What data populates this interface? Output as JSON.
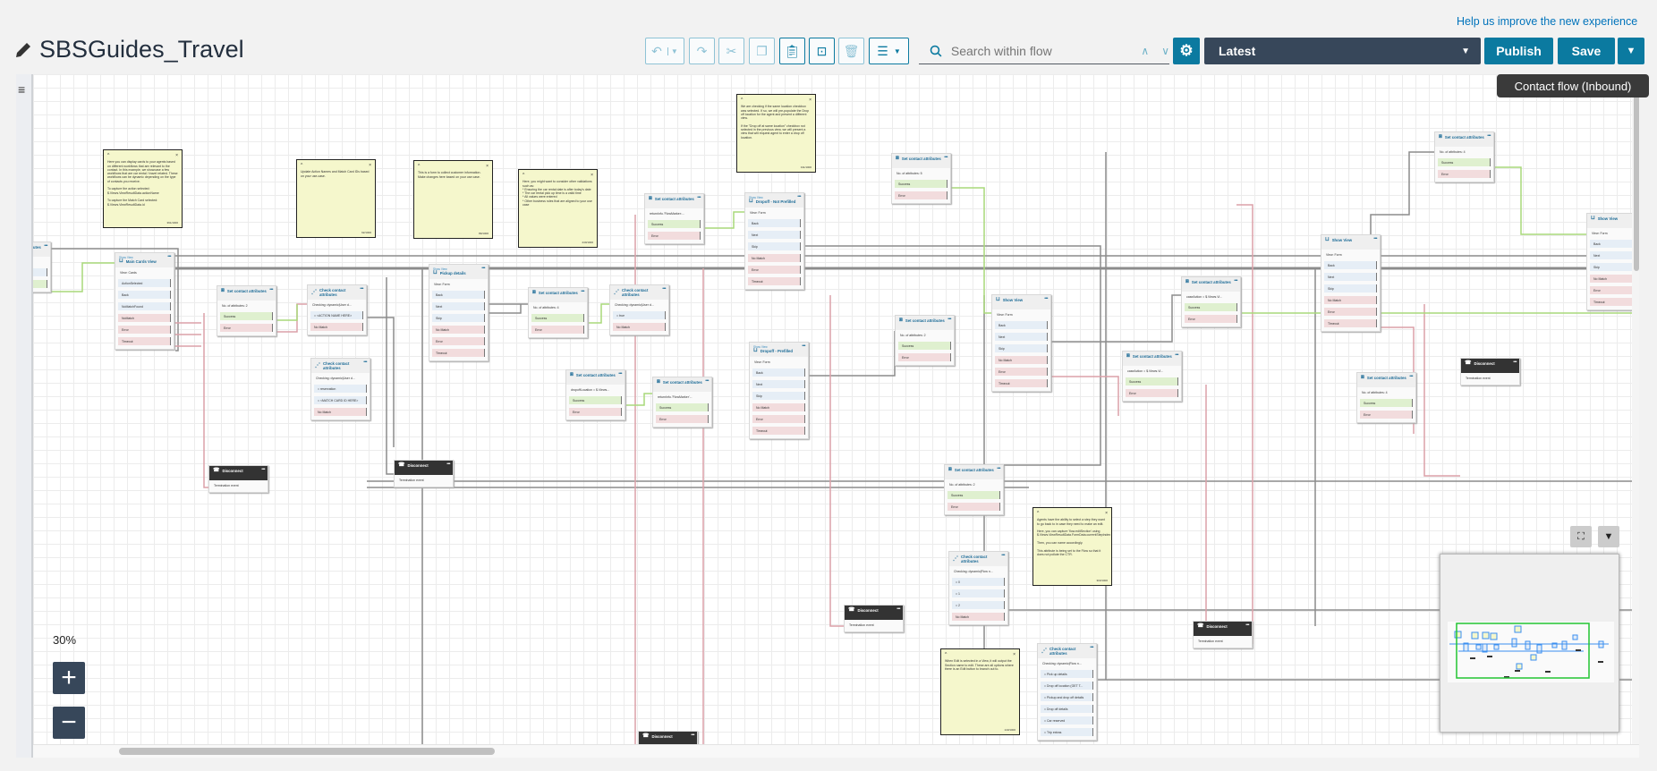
{
  "header": {
    "help_link": "Help us improve the new experience",
    "flow_name": "SBSGuides_Travel",
    "toolbar": {
      "undo": "undo-icon",
      "redo": "redo-icon",
      "cut": "cut-icon",
      "copy": "copy-icon",
      "paste": "paste-icon",
      "select": "select-icon",
      "delete": "trash-icon",
      "notes": "document-icon"
    },
    "search": {
      "placeholder": "Search within flow"
    },
    "version_select": "Latest",
    "publish_label": "Publish",
    "save_label": "Save",
    "tooltip": "Contact flow (Inbound)"
  },
  "colors": {
    "accent": "#0b7aa0",
    "dark": "#37475a",
    "note": "#f5f7cc",
    "success": "#dff0cf",
    "error": "#f2dcdd",
    "branch": "#e6eef6"
  },
  "canvas": {
    "zoom_level": "30%",
    "zoom_in": "+",
    "zoom_out": "−",
    "nodes": [
      {
        "type": "set",
        "title": "Set contact attributes",
        "info": "",
        "rows": [
          {
            "l": "",
            "k": "blue"
          },
          {
            "l": "Success",
            "k": "green"
          }
        ]
      },
      {
        "type": "view",
        "sub": "Show View",
        "title": "Main Cards View",
        "info": "View: Cards",
        "rows": [
          {
            "l": "ActionSelected",
            "k": "blue"
          },
          {
            "l": "Back",
            "k": "blue"
          },
          {
            "l": "NoMatchFound",
            "k": "blue"
          },
          {
            "l": "NoMatch",
            "k": "red"
          },
          {
            "l": "Error",
            "k": "red"
          },
          {
            "l": "Timeout",
            "k": "red"
          }
        ]
      },
      {
        "type": "set",
        "title": "Set contact attributes",
        "info": "No. of attributes: 2",
        "rows": [
          {
            "l": "Success",
            "k": "green"
          },
          {
            "l": "Error",
            "k": "red"
          }
        ]
      },
      {
        "type": "check",
        "title": "Check contact attributes",
        "info": "Checking: dynamic|User d...",
        "rows": [
          {
            "l": "= <ACTION NAME HERE>",
            "k": "blue"
          },
          {
            "l": "No Match",
            "k": "red"
          }
        ]
      },
      {
        "type": "check",
        "title": "Check contact attributes",
        "info": "Checking: dynamic|User d...",
        "rows": [
          {
            "l": "= reservation",
            "k": "blue"
          },
          {
            "l": "= <MATCH CARD ID HERE>",
            "k": "blue"
          },
          {
            "l": "No Match",
            "k": "red"
          }
        ]
      },
      {
        "type": "disc",
        "title": "Disconnect",
        "info": "Termination event",
        "rows": []
      },
      {
        "type": "view",
        "sub": "Show View",
        "title": "Pickup details",
        "info": "View: Form",
        "rows": [
          {
            "l": "Back",
            "k": "blue"
          },
          {
            "l": "Next",
            "k": "blue"
          },
          {
            "l": "Skip",
            "k": "blue"
          },
          {
            "l": "No Match",
            "k": "red"
          },
          {
            "l": "Error",
            "k": "red"
          },
          {
            "l": "Timeout",
            "k": "red"
          }
        ]
      },
      {
        "type": "disc",
        "title": "Disconnect",
        "info": "Termination event",
        "rows": []
      },
      {
        "type": "set",
        "title": "Set contact attributes",
        "info": "No. of attributes: 4",
        "rows": [
          {
            "l": "Success",
            "k": "green"
          },
          {
            "l": "Error",
            "k": "red"
          }
        ]
      },
      {
        "type": "check",
        "title": "Check contact attributes",
        "info": "Checking: dynamic|User d...",
        "rows": [
          {
            "l": "= true",
            "k": "blue"
          },
          {
            "l": "No Match",
            "k": "red"
          }
        ]
      },
      {
        "type": "set",
        "title": "Set contact attributes",
        "info": "returnInfo.'FlowMarker:...",
        "rows": [
          {
            "l": "Success",
            "k": "green"
          },
          {
            "l": "Error",
            "k": "red"
          }
        ]
      },
      {
        "type": "view",
        "sub": "Show View",
        "title": "Dropoff - Not Prefilled",
        "info": "View: Form",
        "rows": [
          {
            "l": "Back",
            "k": "blue"
          },
          {
            "l": "Next",
            "k": "blue"
          },
          {
            "l": "Skip",
            "k": "blue"
          },
          {
            "l": "No Match",
            "k": "red"
          },
          {
            "l": "Error",
            "k": "red"
          },
          {
            "l": "Timeout",
            "k": "red"
          }
        ]
      },
      {
        "type": "set",
        "title": "Set contact attributes",
        "info": "dropoffLocation = $.Views...",
        "rows": [
          {
            "l": "Success",
            "k": "green"
          },
          {
            "l": "Error",
            "k": "red"
          }
        ]
      },
      {
        "type": "set",
        "title": "Set contact attributes",
        "info": "returnInfo.'FlowMarker'...",
        "rows": [
          {
            "l": "Success",
            "k": "green"
          },
          {
            "l": "Error",
            "k": "red"
          }
        ]
      },
      {
        "type": "view",
        "sub": "Show View",
        "title": "Dropoff - Prefilled",
        "info": "View: Form",
        "rows": [
          {
            "l": "Back",
            "k": "blue"
          },
          {
            "l": "Next",
            "k": "blue"
          },
          {
            "l": "Skip",
            "k": "blue"
          },
          {
            "l": "No Match",
            "k": "red"
          },
          {
            "l": "Error",
            "k": "red"
          },
          {
            "l": "Timeout",
            "k": "red"
          }
        ]
      },
      {
        "type": "set",
        "title": "Set contact attributes",
        "info": "No. of attributes: 5",
        "rows": [
          {
            "l": "Success",
            "k": "green"
          },
          {
            "l": "Error",
            "k": "red"
          }
        ]
      },
      {
        "type": "set",
        "title": "Set contact attributes",
        "info": "No. of attributes: 2",
        "rows": [
          {
            "l": "Success",
            "k": "green"
          },
          {
            "l": "Error",
            "k": "red"
          }
        ]
      },
      {
        "type": "view",
        "title": "Show View",
        "info": "View: Form",
        "rows": [
          {
            "l": "Back",
            "k": "blue"
          },
          {
            "l": "Next",
            "k": "blue"
          },
          {
            "l": "Skip",
            "k": "blue"
          },
          {
            "l": "No Match",
            "k": "red"
          },
          {
            "l": "Error",
            "k": "red"
          },
          {
            "l": "Timeout",
            "k": "red"
          }
        ]
      },
      {
        "type": "set",
        "title": "Set contact attributes",
        "info": "caseAction = $.Views.Vi...",
        "rows": [
          {
            "l": "Success",
            "k": "green"
          },
          {
            "l": "Error",
            "k": "red"
          }
        ]
      },
      {
        "type": "set",
        "title": "Set contact attributes",
        "info": "caseAction = $.Views.Vi...",
        "rows": [
          {
            "l": "Success",
            "k": "green"
          },
          {
            "l": "Error",
            "k": "red"
          }
        ]
      },
      {
        "type": "set",
        "title": "Set contact attributes",
        "info": "No. of attributes: 4",
        "rows": [
          {
            "l": "Success",
            "k": "green"
          },
          {
            "l": "Error",
            "k": "red"
          }
        ]
      },
      {
        "type": "view",
        "title": "Show View",
        "info": "View: Form",
        "rows": [
          {
            "l": "Back",
            "k": "blue"
          },
          {
            "l": "Next",
            "k": "blue"
          },
          {
            "l": "Skip",
            "k": "blue"
          },
          {
            "l": "No Match",
            "k": "red"
          },
          {
            "l": "Error",
            "k": "red"
          },
          {
            "l": "Timeout",
            "k": "red"
          }
        ]
      },
      {
        "type": "view",
        "title": "Show View",
        "info": "View: Form",
        "rows": [
          {
            "l": "Back",
            "k": "blue"
          },
          {
            "l": "Next",
            "k": "blue"
          },
          {
            "l": "Skip",
            "k": "blue"
          },
          {
            "l": "No Match",
            "k": "red"
          },
          {
            "l": "Error",
            "k": "red"
          },
          {
            "l": "Timeout",
            "k": "red"
          }
        ]
      },
      {
        "type": "disc",
        "title": "Disconnect",
        "info": "Termination event",
        "rows": []
      },
      {
        "type": "set",
        "title": "Set contact attributes",
        "info": "No. of attributes: 4",
        "rows": [
          {
            "l": "Success",
            "k": "green"
          },
          {
            "l": "Error",
            "k": "red"
          }
        ]
      },
      {
        "type": "set",
        "title": "Set contact attributes",
        "info": "No. of attributes: 2",
        "rows": [
          {
            "l": "Success",
            "k": "green"
          },
          {
            "l": "Error",
            "k": "red"
          }
        ]
      },
      {
        "type": "check",
        "title": "Check contact attributes",
        "info": "Checking: dynamic|Flow n...",
        "rows": [
          {
            "l": "= 0",
            "k": "blue"
          },
          {
            "l": "= 1",
            "k": "blue"
          },
          {
            "l": "= 2",
            "k": "blue"
          },
          {
            "l": "No Match",
            "k": "red"
          }
        ]
      },
      {
        "type": "check",
        "title": "Check contact attributes",
        "info": "Checking: dynamic|Flow n...",
        "rows": [
          {
            "l": "= Pick up details",
            "k": "blue"
          },
          {
            "l": "= Drop off location (GET T...",
            "k": "blue"
          },
          {
            "l": "= Pickup and drop off details",
            "k": "blue"
          },
          {
            "l": "= Drop off details",
            "k": "blue"
          },
          {
            "l": "= Car reserved",
            "k": "blue"
          },
          {
            "l": "= Trip extras",
            "k": "blue"
          }
        ]
      },
      {
        "type": "disc",
        "title": "Disconnect",
        "info": "Termination event",
        "rows": []
      },
      {
        "type": "disc",
        "title": "Disconnect",
        "info": "Termination event",
        "rows": []
      },
      {
        "type": "disc",
        "title": "Disconnect",
        "info": "Termination event",
        "rows": []
      }
    ],
    "notes": [
      {
        "text": "Here you can display cards to your agents based on different workflows that are relevant to the contact. In this example, we showcase a few workflows that are car rental / travel related. These workflows can be dynamic depending on the type of contacts you receive.\n\nTo capture the action selected: $.Views.ViewResultData.actionName\n\nTo capture the Match Card selected: $.Views.ViewResultData.id",
        "count": "391/1000"
      },
      {
        "text": "Update Action Names and Match Card IDs based on your use-case.",
        "count": "62/1000"
      },
      {
        "text": "This is a form to collect customer information. Make changes here based on your use case.",
        "count": "89/1000"
      },
      {
        "text": "Here, you might want to consider other validations such as:\n* Ensuring the car rental date is after today's date\n* The car rental pick up time is a valid time\n* All values were entered\n* Other business rules that are aligned to your use case",
        "count": "240/1000"
      },
      {
        "text": "We are checking if the same location checkbox was selected. If so, we will pre-populate the Drop off location for the agent and present a different view.\n\nIf the \"Drop off at same location\" checkbox not selected in the previous view, we will present a view that will request agent to enter a drop off location.",
        "count": "311/1000"
      },
      {
        "text": "Agents have the ability to select a step they want to go back to in case they need to make an edit.\n\nHere, you can capture 'flow.editSection' using $.Views.ViewResultData.FormData.currentStepIndex\n\nThen, you can name accordingly.\n\nThis attribute is being set to the Flow so that it does not pollute the CTR.",
        "count": "303/1000"
      },
      {
        "text": "When Edit is selected in a View, it will output the Section name to edit. These are all options where there is an Edit button to branch out to.",
        "count": "143/1000"
      }
    ]
  }
}
